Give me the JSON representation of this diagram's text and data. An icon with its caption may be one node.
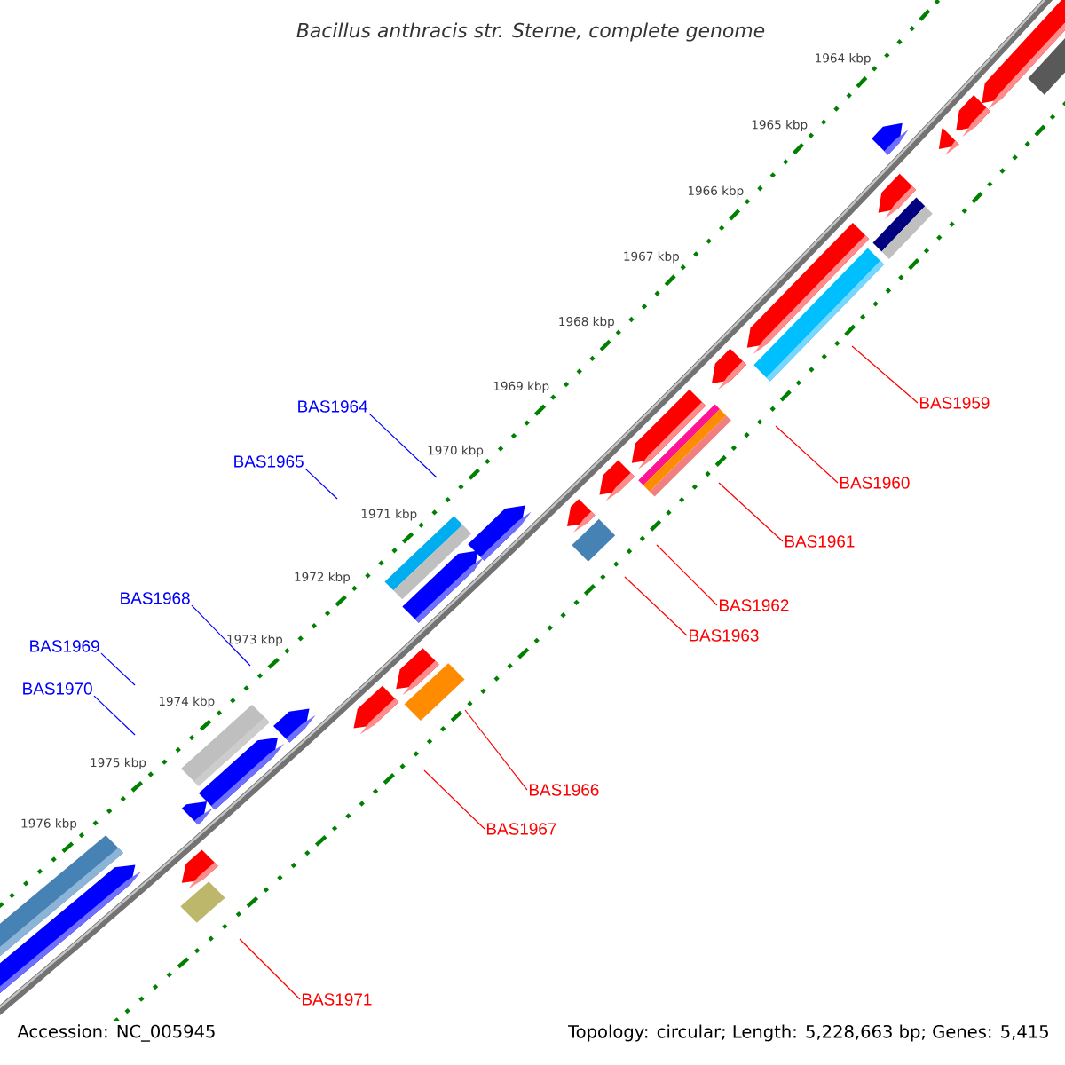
{
  "diagram": {
    "title": "Bacillus anthracis str. Sterne, complete genome",
    "nodes": [
      {
        "text": [
          "BAS1959"
        ]
      },
      {
        "text": [
          "BAS1964"
        ]
      },
      {
        "text": [
          "BAS1965"
        ]
      },
      {
        "text": [
          "BAS1960"
        ]
      },
      {
        "text": [
          "BAS1961"
        ]
      },
      {
        "text": [
          "BAS1968"
        ]
      },
      {
        "text": [
          "BAS1962"
        ]
      },
      {
        "text": [
          "BAS1963"
        ]
      },
      {
        "text": [
          "BAS1969"
        ]
      },
      {
        "text": [
          "BAS1970"
        ]
      },
      {
        "text": [
          "BAS1966"
        ]
      },
      {
        "text": [
          "BAS1967"
        ]
      },
      {
        "text": [
          "BAS1971"
        ]
      }
    ],
    "edges": [
      {
        "from": 0,
        "to": null,
        "arrow": "none"
      },
      {
        "from": 1,
        "to": null,
        "arrow": "none",
        "color": "#0000ff"
      },
      {
        "from": 2,
        "to": null,
        "arrow": "none",
        "color": "#0000ff"
      },
      {
        "from": 3,
        "to": null,
        "arrow": "none"
      },
      {
        "from": 4,
        "to": null,
        "arrow": "none"
      },
      {
        "from": 5,
        "to": null,
        "arrow": "none",
        "color": "#0000ff"
      },
      {
        "from": 6,
        "to": null,
        "arrow": "none"
      },
      {
        "from": 7,
        "to": null,
        "arrow": "none"
      },
      {
        "from": 8,
        "to": null,
        "arrow": "none",
        "color": "#0000ff"
      },
      {
        "from": 9,
        "to": null,
        "arrow": "none",
        "color": "#0000ff"
      },
      {
        "from": 10,
        "to": null,
        "arrow": "none"
      },
      {
        "from": 11,
        "to": null,
        "arrow": "none"
      },
      {
        "from": 12,
        "to": null,
        "arrow": "none"
      }
    ],
    "labels": [
      "1964 kbp",
      "1965 kbp",
      "1966 kbp",
      "1967 kbp",
      "1968 kbp",
      "1969 kbp",
      "1970 kbp",
      "1971 kbp",
      "1972 kbp",
      "1973 kbp",
      "1974 kbp",
      "1975 kbp",
      "1976 kbp",
      "Accession: NC_005945",
      "Topology: circular; Length: 5,228,663 bp; Genes: 5,415"
    ]
  }
}
